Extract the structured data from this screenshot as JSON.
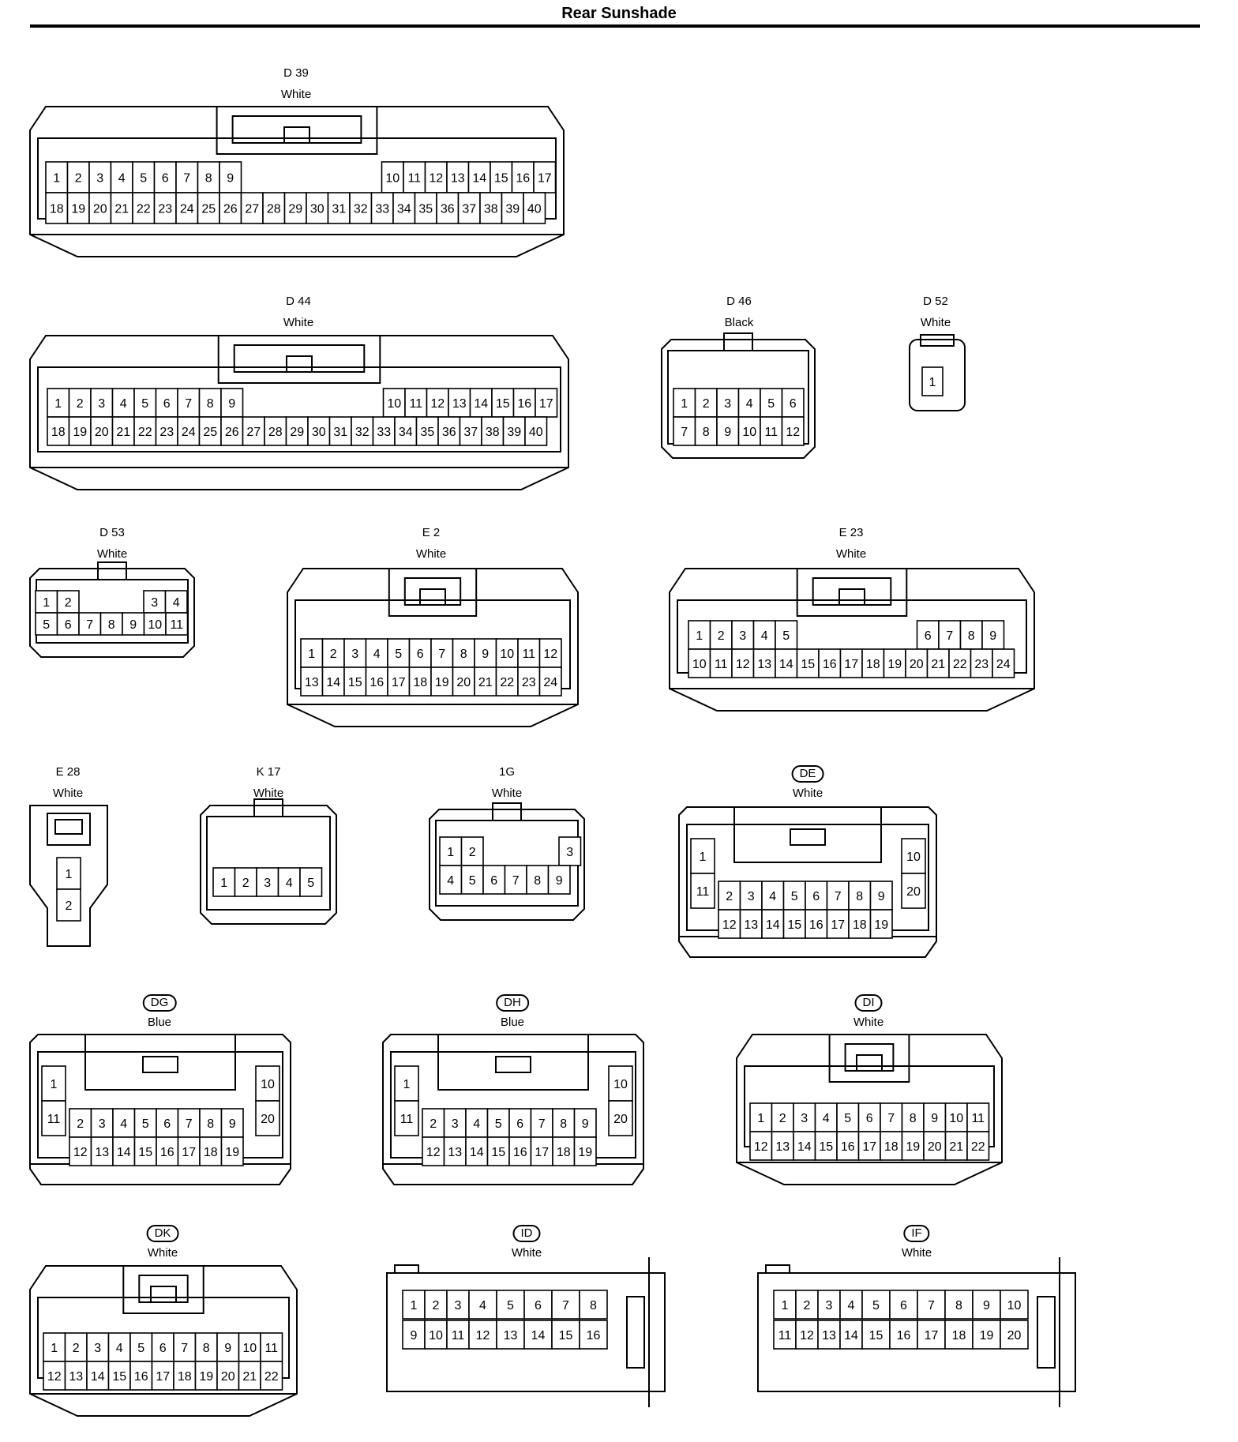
{
  "title": "Rear Sunshade",
  "connectors": [
    {
      "code": "D 39",
      "color": "White",
      "rows": [
        [
          1,
          2,
          3,
          4,
          5,
          6,
          7,
          8,
          9,
          10,
          11,
          12,
          13,
          14,
          15,
          16,
          17
        ],
        [
          18,
          19,
          20,
          21,
          22,
          23,
          24,
          25,
          26,
          27,
          28,
          29,
          30,
          31,
          32,
          33,
          34,
          35,
          36,
          37,
          38,
          39,
          40
        ]
      ]
    },
    {
      "code": "D 44",
      "color": "White",
      "rows": [
        [
          1,
          2,
          3,
          4,
          5,
          6,
          7,
          8,
          9,
          10,
          11,
          12,
          13,
          14,
          15,
          16,
          17
        ],
        [
          18,
          19,
          20,
          21,
          22,
          23,
          24,
          25,
          26,
          27,
          28,
          29,
          30,
          31,
          32,
          33,
          34,
          35,
          36,
          37,
          38,
          39,
          40
        ]
      ]
    },
    {
      "code": "D 46",
      "color": "Black",
      "rows": [
        [
          1,
          2,
          3,
          4,
          5,
          6
        ],
        [
          7,
          8,
          9,
          10,
          11,
          12
        ]
      ]
    },
    {
      "code": "D 52",
      "color": "White",
      "rows": [
        [
          1
        ]
      ]
    },
    {
      "code": "D 53",
      "color": "White",
      "rows": [
        [
          1,
          2,
          3,
          4
        ],
        [
          5,
          6,
          7,
          8,
          9,
          10,
          11
        ]
      ]
    },
    {
      "code": "E 2",
      "color": "White",
      "rows": [
        [
          1,
          2,
          3,
          4,
          5,
          6,
          7,
          8,
          9,
          10,
          11,
          12
        ],
        [
          13,
          14,
          15,
          16,
          17,
          18,
          19,
          20,
          21,
          22,
          23,
          24
        ]
      ]
    },
    {
      "code": "E 23",
      "color": "White",
      "rows": [
        [
          1,
          2,
          3,
          4,
          5,
          6,
          7,
          8,
          9
        ],
        [
          10,
          11,
          12,
          13,
          14,
          15,
          16,
          17,
          18,
          19,
          20,
          21,
          22,
          23,
          24
        ]
      ]
    },
    {
      "code": "E 28",
      "color": "White",
      "rows": [
        [
          1
        ],
        [
          2
        ]
      ]
    },
    {
      "code": "K 17",
      "color": "White",
      "rows": [
        [
          1,
          2,
          3,
          4,
          5
        ]
      ]
    },
    {
      "code": "1G",
      "color": "White",
      "rows": [
        [
          1,
          2,
          3
        ],
        [
          4,
          5,
          6,
          7,
          8,
          9
        ]
      ]
    },
    {
      "code": "DE",
      "color": "White",
      "rows": [
        [
          1,
          10
        ],
        [
          11,
          2,
          3,
          4,
          5,
          6,
          7,
          8,
          9,
          20
        ],
        [
          12,
          13,
          14,
          15,
          16,
          17,
          18,
          19
        ]
      ]
    },
    {
      "code": "DG",
      "color": "Blue",
      "rows": [
        [
          1,
          10
        ],
        [
          11,
          2,
          3,
          4,
          5,
          6,
          7,
          8,
          9,
          20
        ],
        [
          12,
          13,
          14,
          15,
          16,
          17,
          18,
          19
        ]
      ]
    },
    {
      "code": "DH",
      "color": "Blue",
      "rows": [
        [
          1,
          10
        ],
        [
          11,
          2,
          3,
          4,
          5,
          6,
          7,
          8,
          9,
          20
        ],
        [
          12,
          13,
          14,
          15,
          16,
          17,
          18,
          19
        ]
      ]
    },
    {
      "code": "DI",
      "color": "White",
      "rows": [
        [
          1,
          2,
          3,
          4,
          5,
          6,
          7,
          8,
          9,
          10,
          11
        ],
        [
          12,
          13,
          14,
          15,
          16,
          17,
          18,
          19,
          20,
          21,
          22
        ]
      ]
    },
    {
      "code": "DK",
      "color": "White",
      "rows": [
        [
          1,
          2,
          3,
          4,
          5,
          6,
          7,
          8,
          9,
          10,
          11
        ],
        [
          12,
          13,
          14,
          15,
          16,
          17,
          18,
          19,
          20,
          21,
          22
        ]
      ]
    },
    {
      "code": "ID",
      "color": "White",
      "rows": [
        [
          1,
          2,
          3,
          4,
          5,
          6,
          7,
          8
        ],
        [
          9,
          10,
          11,
          12,
          13,
          14,
          15,
          16
        ]
      ]
    },
    {
      "code": "IF",
      "color": "White",
      "rows": [
        [
          1,
          2,
          3,
          4,
          5,
          6,
          7,
          8,
          9,
          10
        ],
        [
          11,
          12,
          13,
          14,
          15,
          16,
          17,
          18,
          19,
          20
        ]
      ]
    }
  ]
}
